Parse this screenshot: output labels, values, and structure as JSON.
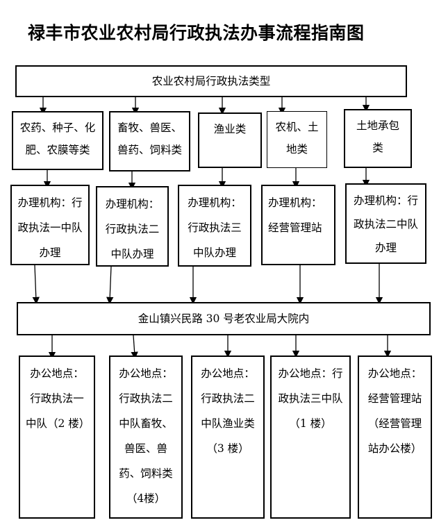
{
  "title": "禄丰市农业农村局行政执法办事流程指南图",
  "header": "农业农村局行政执法类型",
  "types": [
    "农药、种子、化肥、农膜等类",
    "畜牧、兽医、兽药、饲料类",
    "渔业类",
    "农机、土地类",
    "土地承包类"
  ],
  "agencies": [
    "办理机构：行政执法一中队办理",
    "办理机构：行政执法二中队办理",
    "办理机构：行政执法三中队办理",
    "办理机构：经营管理站",
    "办理机构：行政执法二中队办理"
  ],
  "address": "金山镇兴民路 30 号老农业局大院内",
  "locations": [
    "办公地点：行政执法一中队（2 楼）",
    "办公地点：行政执法二中队畜牧、兽医、兽药、饲料类（4楼）",
    "办公地点：行政执法二中队渔业类（3 楼）",
    "办公地点：行政执法三中队（1 楼）",
    "办公地点：经营管理站（经营管理站办公楼）"
  ]
}
